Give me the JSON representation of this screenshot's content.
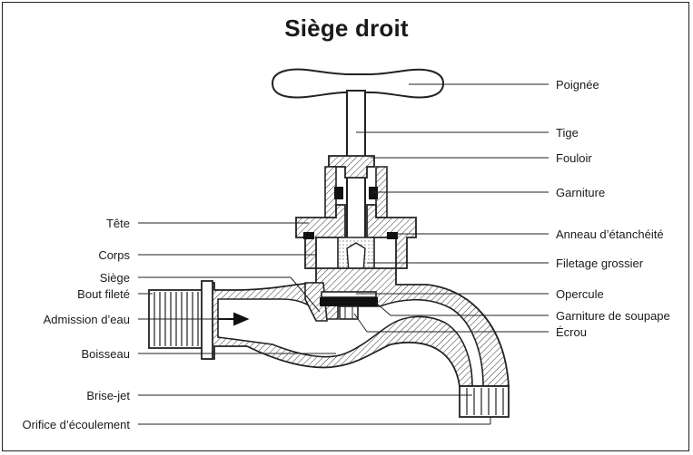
{
  "title": "Siège droit",
  "labels_right": {
    "poignee": "Poignée",
    "tige": "Tige",
    "fouloir": "Fouloir",
    "garniture": "Garniture",
    "anneau": "Anneau d’étanchéité",
    "filetage": "Filetage grossier",
    "opercule": "Opercule",
    "garniture_soupape": "Garniture de soupape",
    "ecrou": "Écrou"
  },
  "labels_left": {
    "tete": "Tête",
    "corps": "Corps",
    "siege": "Siège",
    "bout_filete": "Bout fileté",
    "admission": "Admission d’eau",
    "boisseau": "Boisseau",
    "brise_jet": "Brise-jet",
    "orifice": "Orifice d’écoulement"
  }
}
